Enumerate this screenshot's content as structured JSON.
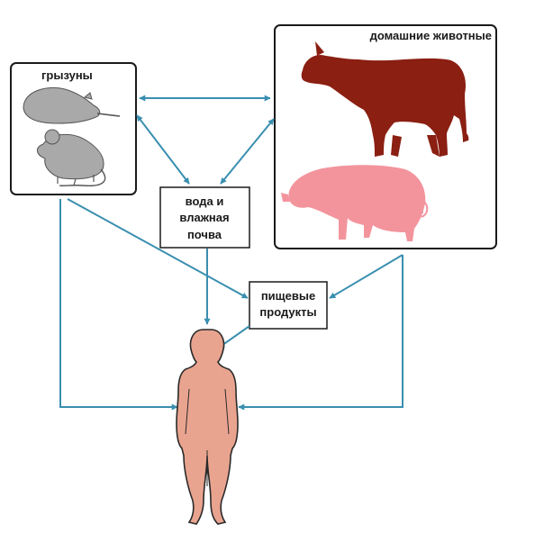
{
  "nodes": {
    "rodents": {
      "label": "грызуны"
    },
    "livestock": {
      "label": "домашние животные"
    },
    "water": {
      "lines": [
        "вода и",
        "влажная",
        "почва"
      ]
    },
    "food": {
      "lines": [
        "пищевые",
        "продукты"
      ]
    }
  },
  "colors": {
    "arrow": "#3a8fb0",
    "rodent": "#a9a9a9",
    "cow": "#8a1f12",
    "pig": "#f3949d",
    "human": "#e9a48f",
    "outline": "#1a1a1a"
  }
}
